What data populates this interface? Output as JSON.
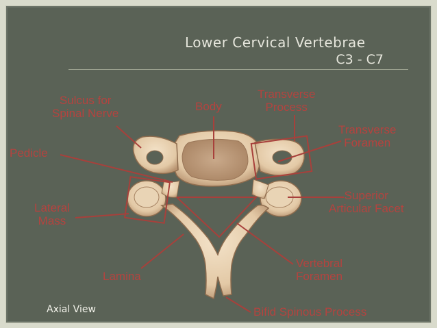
{
  "title": "Lower Cervical Vertebrae",
  "subtitle": "C3 - C7",
  "view_label": "Axial View",
  "labels": {
    "sulcus": "Sulcus for\nSpinal Nerve",
    "body": "Body",
    "transverse_process": "Transverse\nProcess",
    "transverse_foramen": "Transverse\nForamen",
    "pedicle": "Pedicle",
    "lateral_mass": "Lateral\nMass",
    "superior_articular_facet": "Superior\nArticular Facet",
    "vertebral_foramen": "Vertebral\nForamen",
    "lamina": "Lamina",
    "bifid_spinous_process": "Bifid Spinous Process"
  },
  "colors": {
    "panel": "#5a6256",
    "label": "#b4433f",
    "bone": "#e8d3b6"
  }
}
